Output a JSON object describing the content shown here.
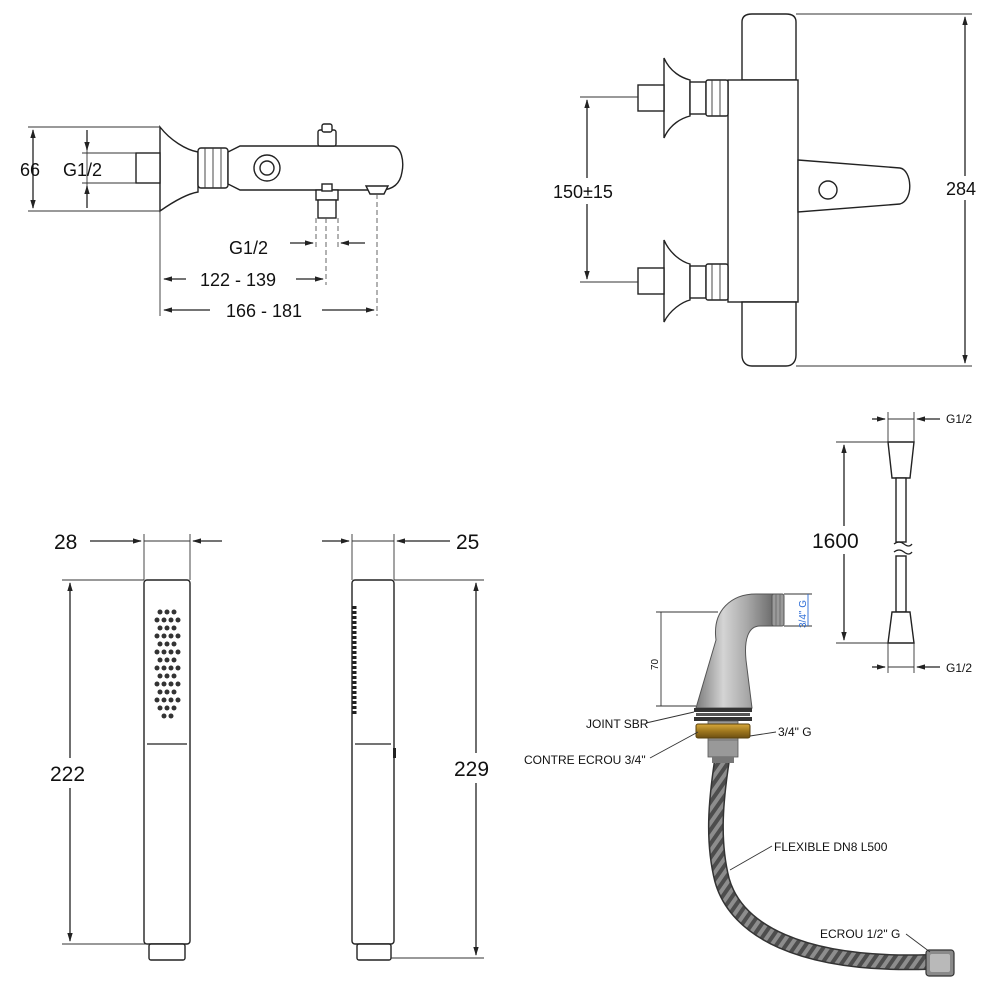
{
  "mixer_side": {
    "height": "66",
    "inlet_thread": "G1/2",
    "outlet_thread": "G1/2",
    "depth_short": "122 - 139",
    "depth_long": "166 - 181"
  },
  "mixer_front": {
    "centres": "150±15",
    "height": "284"
  },
  "handshower_front": {
    "width": "28",
    "length": "222"
  },
  "handshower_side": {
    "width": "25",
    "length": "229"
  },
  "hose": {
    "top_thread": "G1/2",
    "length": "1600",
    "bottom_thread": "G1/2"
  },
  "spout": {
    "height": "70",
    "outlet_thread": "3/4\" G",
    "label_joint": "JOINT SBR",
    "label_locknut": "CONTRE ECROU 3/4\"",
    "label_thread": "3/4\" G",
    "label_flexible": "FLEXIBLE DN8 L500",
    "label_nut": "ECROU 1/2\" G"
  }
}
